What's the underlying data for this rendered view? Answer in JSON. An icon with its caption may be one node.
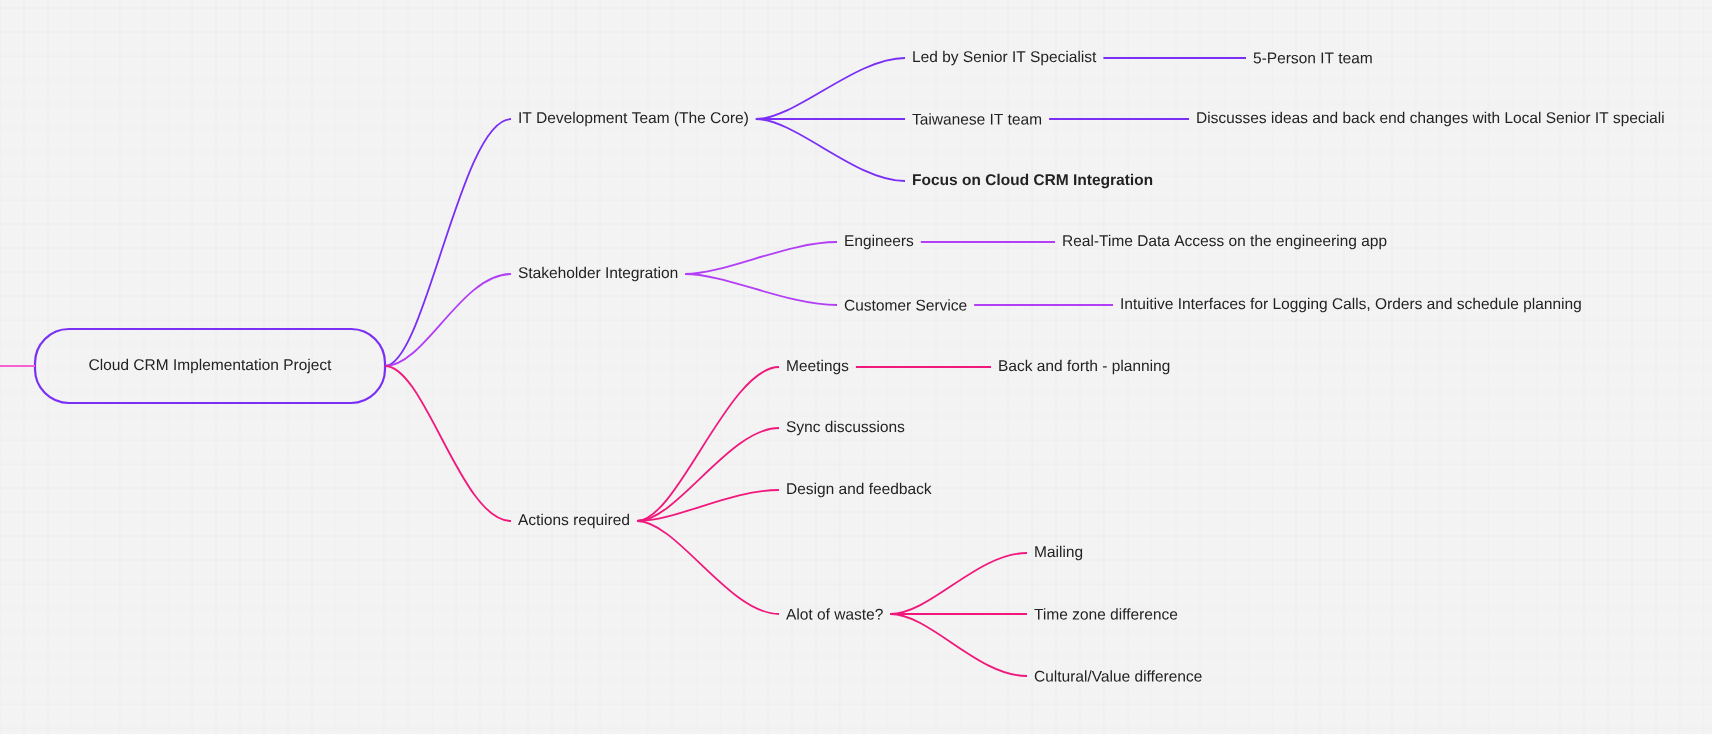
{
  "diagram": {
    "nodes": [
      {
        "text": [
          "Cloud CRM Implementation Project"
        ]
      },
      {
        "text": [
          "IT Development Team (The Core)"
        ]
      },
      {
        "text": [
          "Led by Senior IT Specialist"
        ]
      },
      {
        "text": [
          "5-Person IT team"
        ]
      },
      {
        "text": [
          "Taiwanese IT team"
        ]
      },
      {
        "text": [
          "Discusses ideas and back end changes with Local Senior IT speciali"
        ]
      },
      {
        "text": [
          "Focus on Cloud CRM Integration"
        ]
      },
      {
        "text": [
          "Stakeholder Integration"
        ]
      },
      {
        "text": [
          "Engineers"
        ]
      },
      {
        "text": [
          "Real-Time Data Access on the engineering app"
        ]
      },
      {
        "text": [
          "Customer Service"
        ]
      },
      {
        "text": [
          "Intuitive Interfaces for Logging Calls, Orders and schedule planning"
        ]
      },
      {
        "text": [
          "Actions required"
        ]
      },
      {
        "text": [
          "Meetings"
        ]
      },
      {
        "text": [
          "Back and forth - planning"
        ]
      },
      {
        "text": [
          "Sync discussions"
        ]
      },
      {
        "text": [
          "Design and feedback"
        ]
      },
      {
        "text": [
          "Alot of waste?"
        ]
      },
      {
        "text": [
          "Mailing"
        ]
      },
      {
        "text": [
          "Time zone difference"
        ]
      },
      {
        "text": [
          "Cultural/Value difference"
        ]
      }
    ],
    "edges": [
      {
        "from": null,
        "to": 0,
        "arrow": "none",
        "color": "#f860d2"
      },
      {
        "from": 0,
        "to": 1,
        "arrow": "none",
        "color": "#7a2ff5"
      },
      {
        "from": 1,
        "to": 2,
        "arrow": "none",
        "color": "#7a2ff5"
      },
      {
        "from": 2,
        "to": 3,
        "arrow": "none",
        "color": "#7a2ff5"
      },
      {
        "from": 1,
        "to": 4,
        "arrow": "none",
        "color": "#7a2ff5"
      },
      {
        "from": 4,
        "to": 5,
        "arrow": "none",
        "color": "#7a2ff5"
      },
      {
        "from": 1,
        "to": 6,
        "arrow": "none",
        "color": "#7a2ff5"
      },
      {
        "from": 0,
        "to": 7,
        "arrow": "none",
        "color": "#b23ef6"
      },
      {
        "from": 7,
        "to": 8,
        "arrow": "none",
        "color": "#b23ef6"
      },
      {
        "from": 8,
        "to": 9,
        "arrow": "none",
        "color": "#b23ef6"
      },
      {
        "from": 7,
        "to": 10,
        "arrow": "none",
        "color": "#b23ef6"
      },
      {
        "from": 10,
        "to": 11,
        "arrow": "none",
        "color": "#b23ef6"
      },
      {
        "from": 0,
        "to": 12,
        "arrow": "none"
      },
      {
        "from": 12,
        "to": 13,
        "arrow": "none"
      },
      {
        "from": 13,
        "to": 14,
        "arrow": "none"
      },
      {
        "from": 12,
        "to": 15,
        "arrow": "none"
      },
      {
        "from": 12,
        "to": 16,
        "arrow": "none"
      },
      {
        "from": 12,
        "to": 17,
        "arrow": "none"
      },
      {
        "from": 17,
        "to": 18,
        "arrow": "none"
      },
      {
        "from": 17,
        "to": 19,
        "arrow": "none"
      },
      {
        "from": 17,
        "to": 20,
        "arrow": "none"
      }
    ]
  }
}
